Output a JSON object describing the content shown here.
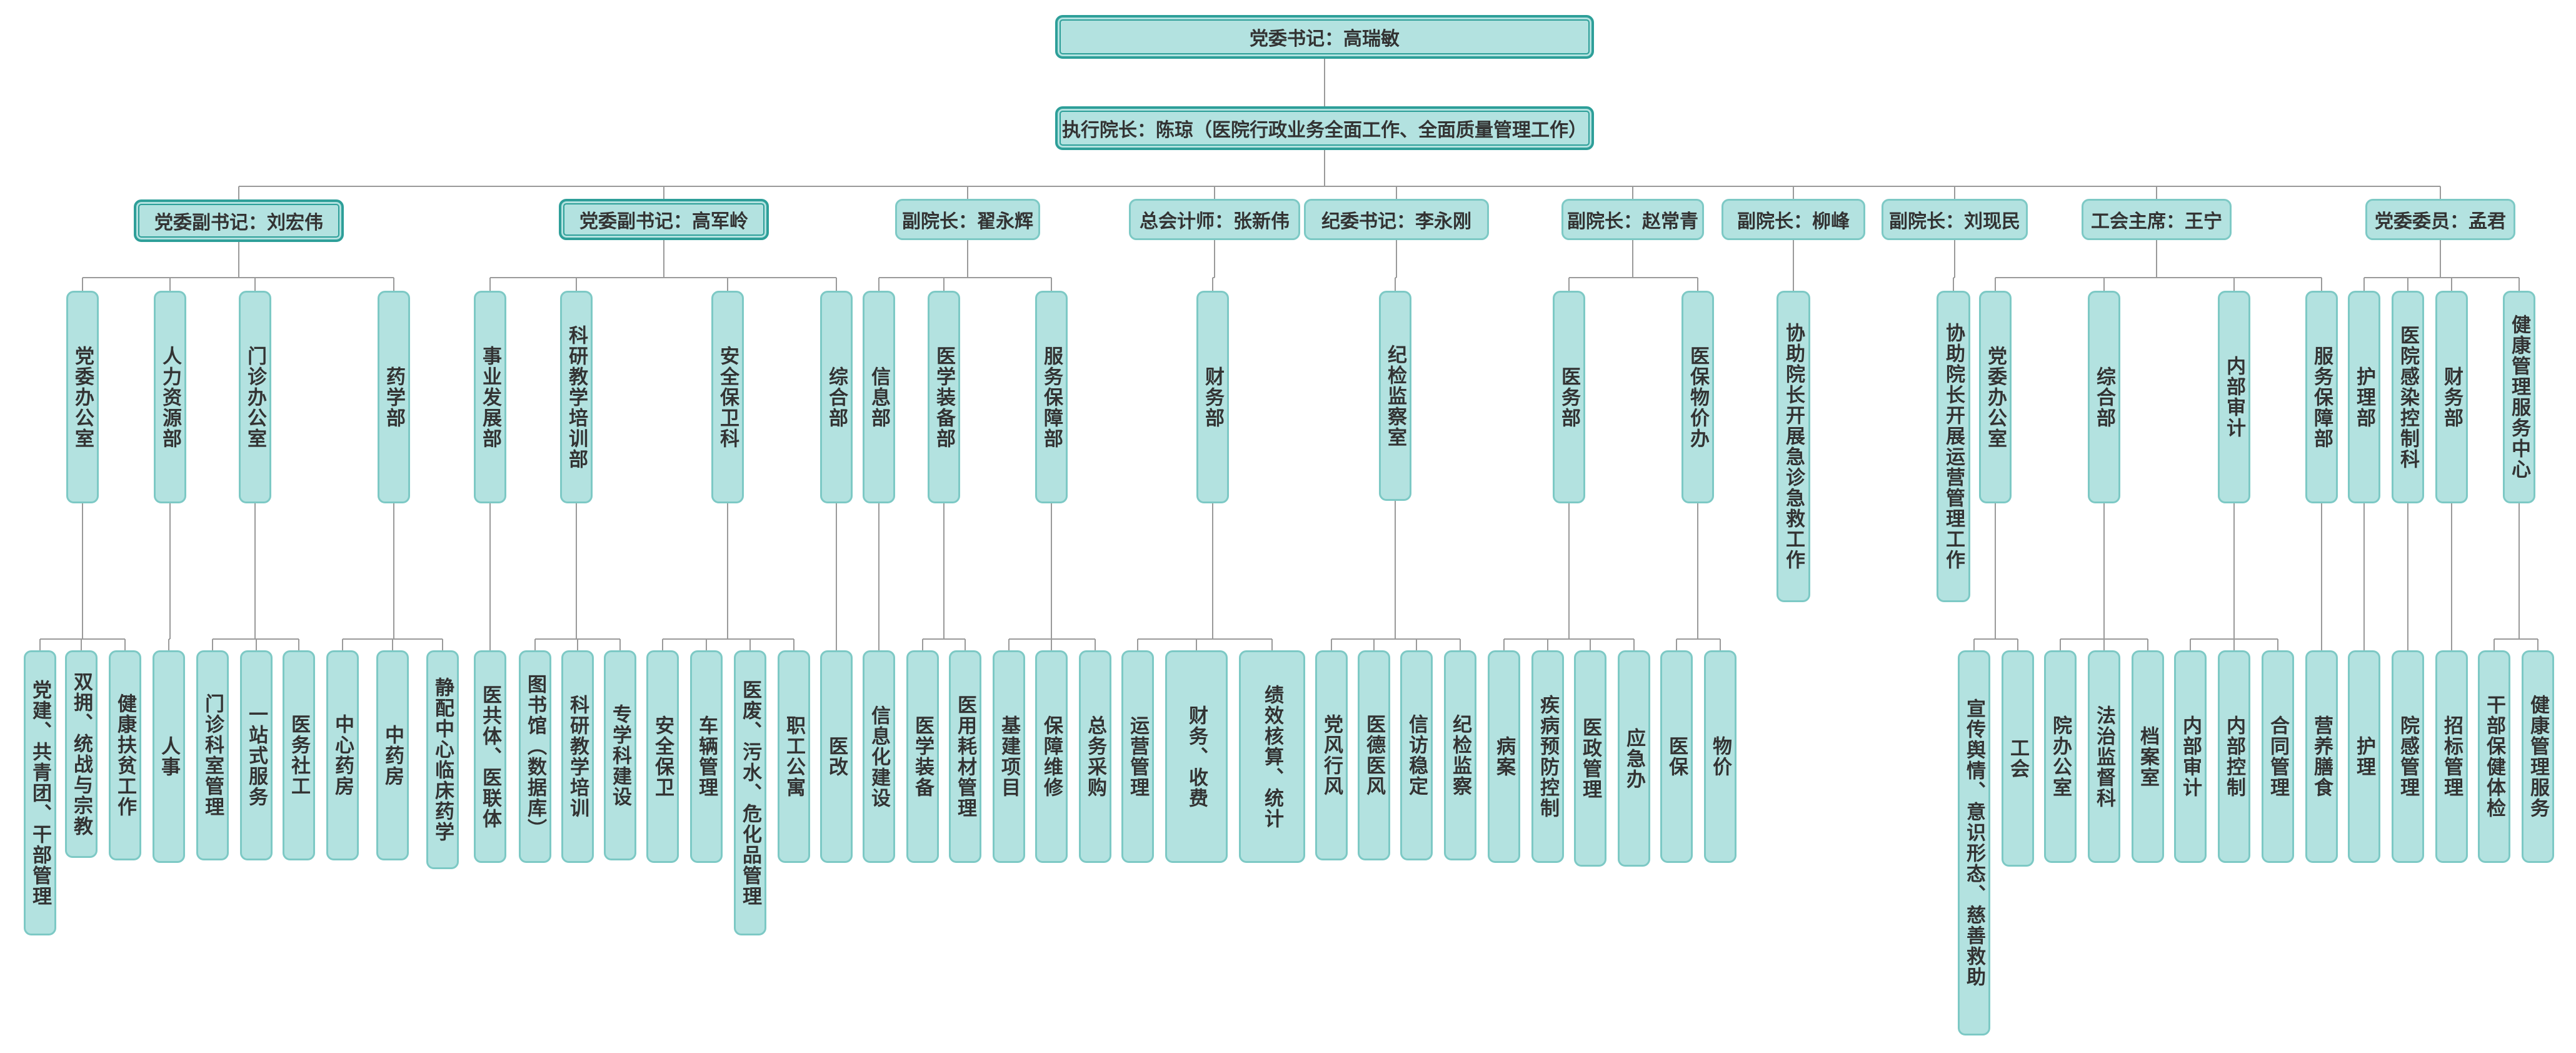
{
  "chart": {
    "root": "党委书记：高瑞敏",
    "director": "执行院长：陈琼（医院行政业务全面工作、全面质量管理工作）",
    "leaders": [
      {
        "title": "党委副书记：刘宏伟",
        "departments": [
          {
            "name": "党委办公室",
            "items": [
              "党建、共青团、干部管理",
              "双拥、统战与宗教",
              "健康扶贫工作"
            ]
          },
          {
            "name": "人力资源部",
            "items": [
              "人事"
            ]
          },
          {
            "name": "门诊办公室",
            "items": [
              "门诊科室管理",
              "一站式服务",
              "医务社工"
            ]
          },
          {
            "name": "药学部",
            "items": [
              "中心药房",
              "中药房",
              "静配中心临床药学"
            ]
          }
        ]
      },
      {
        "title": "党委副书记：高军岭",
        "departments": [
          {
            "name": "事业发展部",
            "items": [
              "医共体、医联体"
            ]
          },
          {
            "name": "科研教学培训部",
            "items": [
              "图书馆（数据库）",
              "科研教学培训",
              "专学科建设"
            ]
          },
          {
            "name": "安全保卫科",
            "items": [
              "安全保卫",
              "车辆管理",
              "医废、污水、危化品管理",
              "职工公寓"
            ]
          },
          {
            "name": "综合部",
            "items": [
              "医改"
            ]
          }
        ]
      },
      {
        "title": "副院长：翟永辉",
        "departments": [
          {
            "name": "信息部",
            "items": [
              "信息化建设"
            ]
          },
          {
            "name": "医学装备部",
            "items": [
              "医学装备",
              "医用耗材管理"
            ]
          },
          {
            "name": "服务保障部",
            "items": [
              "基建项目",
              "保障维修",
              "总务采购"
            ]
          }
        ]
      },
      {
        "title": "总会计师：张新伟",
        "departments": [
          {
            "name": "财务部",
            "items": [
              "运营管理",
              "财务、收费",
              "绩效核算、统计"
            ]
          }
        ]
      },
      {
        "title": "纪委书记：李永刚",
        "departments": [
          {
            "name": "纪检监察室",
            "items": [
              "党风行风",
              "医德医风",
              "信访稳定",
              "纪检监察"
            ]
          }
        ]
      },
      {
        "title": "副院长：赵常青",
        "departments": [
          {
            "name": "医务部",
            "items": [
              "病案",
              "疾病预防控制",
              "医政管理",
              "应急办"
            ]
          },
          {
            "name": "医保物价办",
            "items": [
              "医保",
              "物价"
            ]
          }
        ]
      },
      {
        "title": "副院长：柳峰",
        "departments": [
          {
            "name": "协助院长开展急诊急救工作",
            "items": []
          }
        ]
      },
      {
        "title": "副院长：刘现民",
        "departments": [
          {
            "name": "协助院长开展运营管理工作",
            "items": []
          }
        ]
      },
      {
        "title": "工会主席：王宁",
        "departments": [
          {
            "name": "党委办公室",
            "items": [
              "宣传舆情、意识形态、慈善救助",
              "工会"
            ]
          },
          {
            "name": "综合部",
            "items": [
              "院办公室",
              "法治监督科",
              "档案室"
            ]
          },
          {
            "name": "内部审计",
            "items": [
              "内部审计",
              "内部控制",
              "合同管理"
            ]
          },
          {
            "name": "服务保障部",
            "items": [
              "营养膳食"
            ]
          }
        ]
      },
      {
        "title": "党委委员：孟君",
        "departments": [
          {
            "name": "护理部",
            "items": [
              "护理"
            ]
          },
          {
            "name": "医院感染控制科",
            "items": [
              "院感管理"
            ]
          },
          {
            "name": "财务部",
            "items": [
              "招标管理"
            ]
          },
          {
            "name": "健康管理服务中心",
            "items": [
              "干部保健体检",
              "健康管理服务"
            ]
          }
        ]
      }
    ]
  },
  "colors": {
    "node_fill": "#b3e2e0",
    "node_border": "#7dc9c5",
    "emphasis_border": "#2e9f99",
    "connector": "#9a9a9a",
    "text": "#333333"
  }
}
